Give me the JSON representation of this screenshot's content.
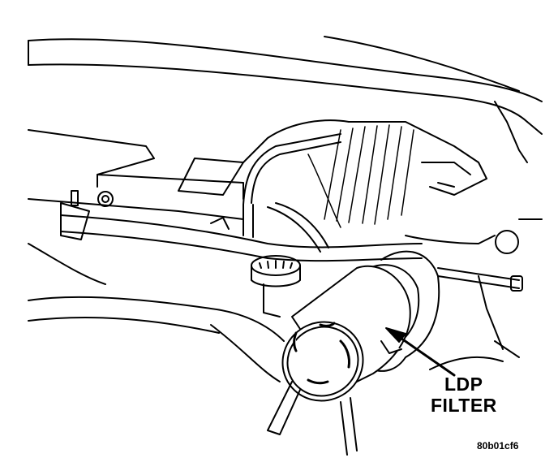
{
  "callout": {
    "line1": "LDP",
    "line2": "FILTER"
  },
  "figure_id": "80b01cf6"
}
